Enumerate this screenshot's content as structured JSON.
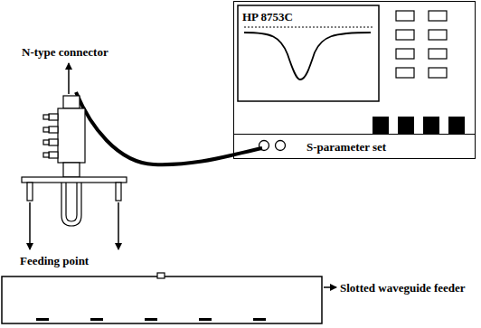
{
  "diagram": {
    "nodes": [
      {
        "text": [
          "HP 8753C"
        ]
      },
      {
        "text": [
          "S-parameter set"
        ]
      }
    ],
    "labels": [
      "N-type connector",
      "Feeding point",
      "Slotted waveguide feeder"
    ]
  }
}
